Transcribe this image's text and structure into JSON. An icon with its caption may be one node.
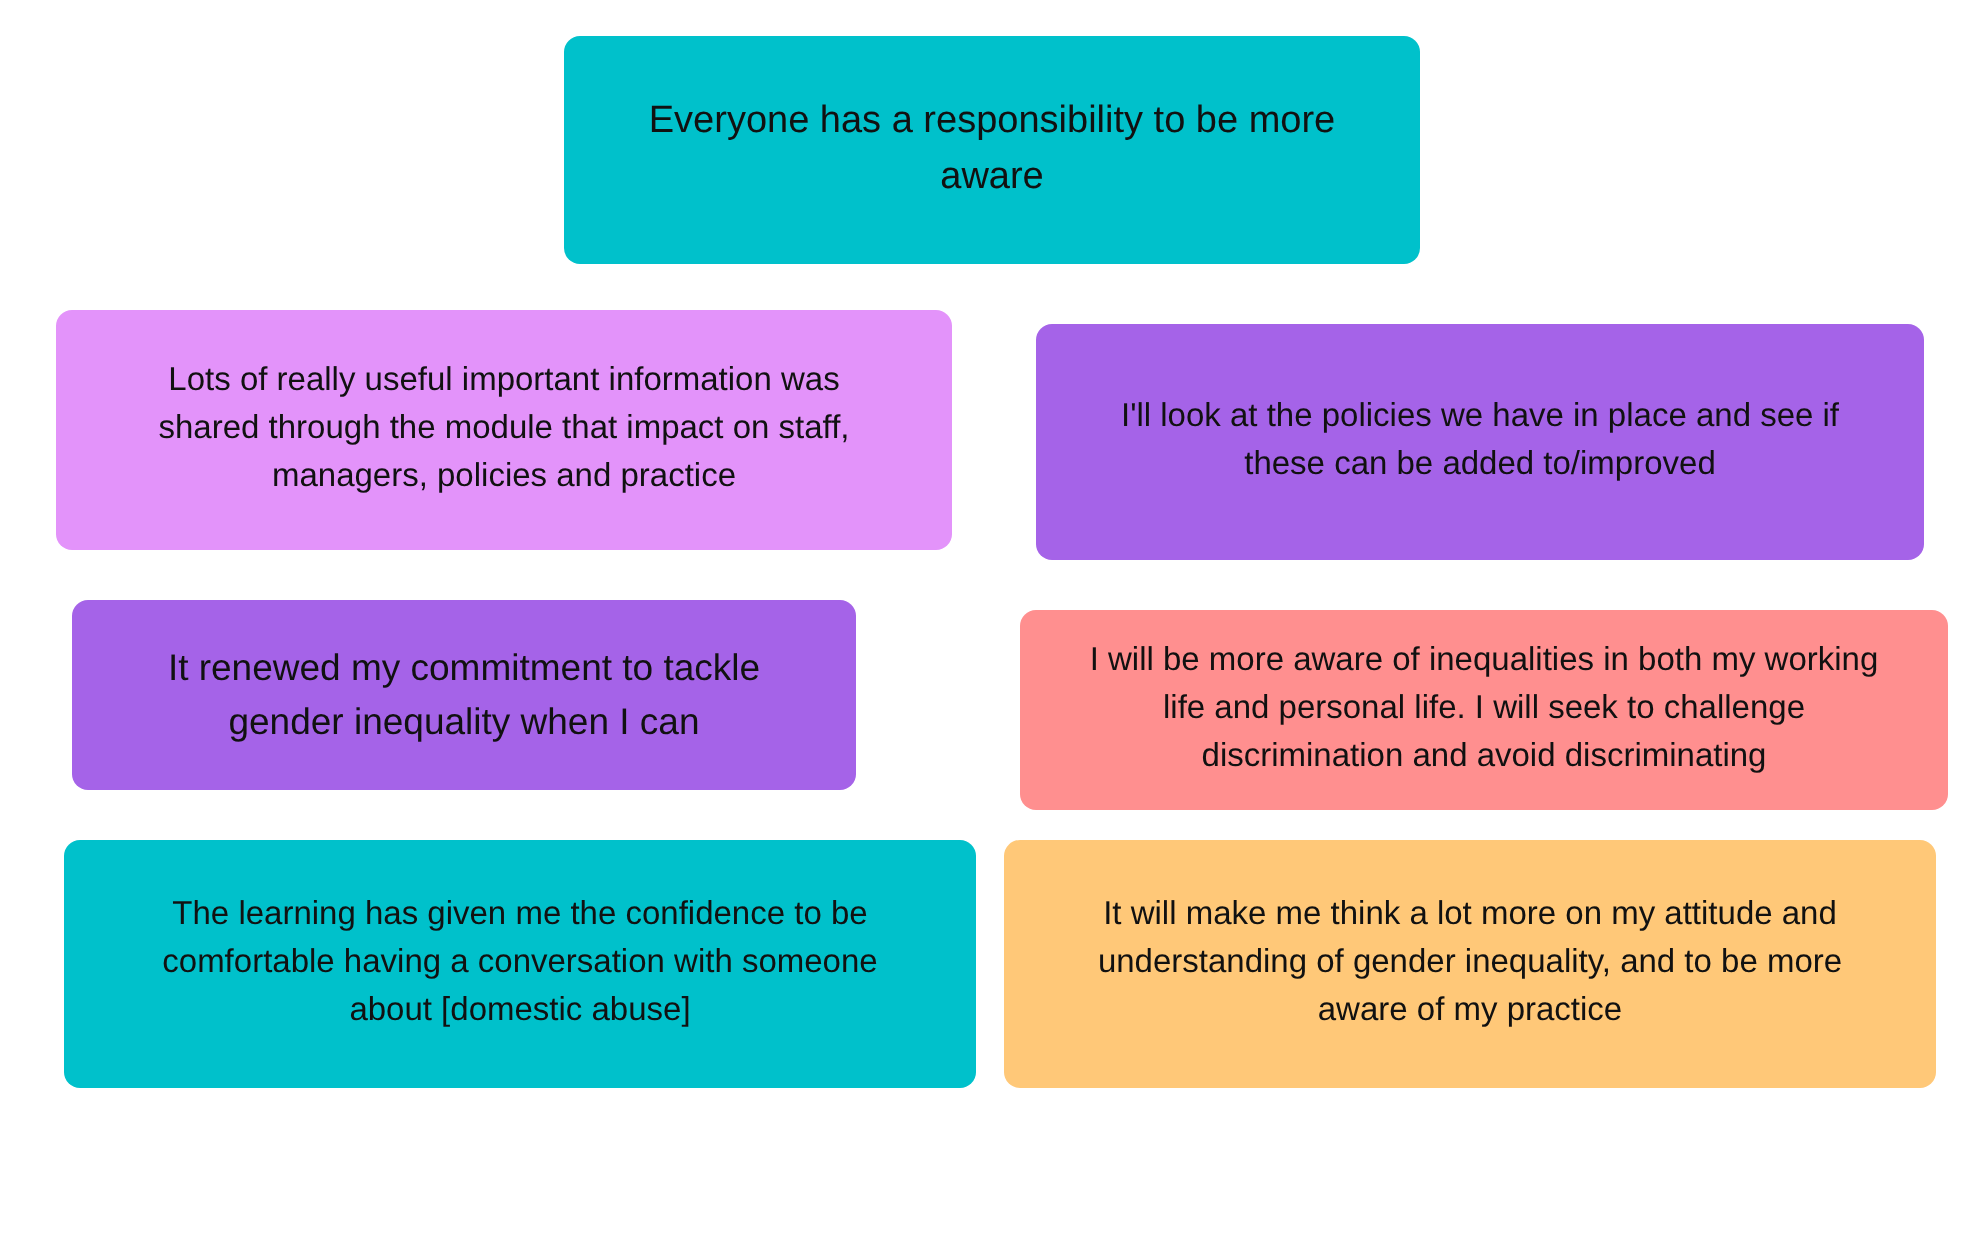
{
  "diagram": {
    "nodes": [
      {
        "text": [
          "Everyone has a responsibility to be more aware"
        ]
      },
      {
        "text": [
          "Lots of really useful important information was shared through the module that impact on staff, managers, policies and practice"
        ]
      },
      {
        "text": [
          "I'll look at the policies we have in place and see if these can be added to/improved"
        ]
      },
      {
        "text": [
          "It renewed my commitment to tackle gender inequality when I can"
        ]
      },
      {
        "text": [
          "I will be more aware of inequalities in both my working life and personal life. I will seek to challenge discrimination and avoid discriminating"
        ]
      },
      {
        "text": [
          "The learning has given me the confidence to be comfortable having a conversation with someone about [domestic abuse]"
        ]
      },
      {
        "text": [
          "It will make me think a lot more on my attitude and understanding of gender inequality, and to be more aware of my practice"
        ]
      }
    ]
  }
}
